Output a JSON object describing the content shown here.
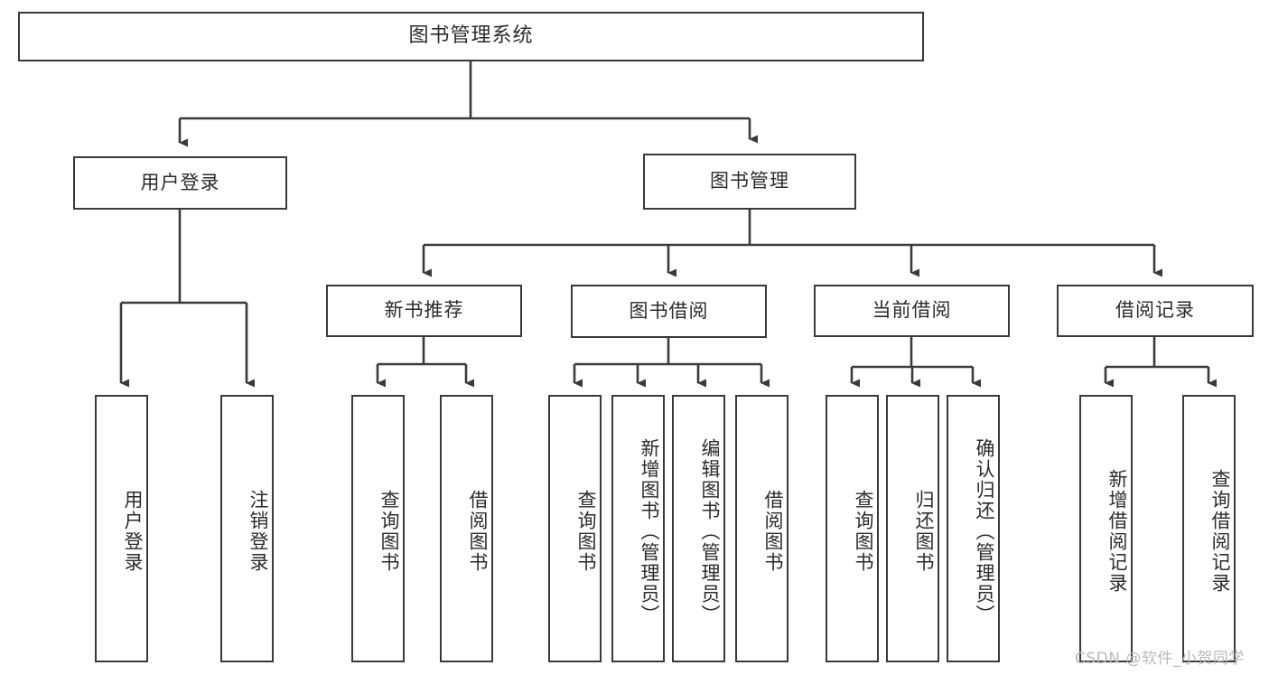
{
  "diagram": {
    "type": "hierarchy-tree",
    "title": "图书管理系统",
    "root": {
      "label": "图书管理系统"
    },
    "level1": [
      {
        "label": "用户登录"
      },
      {
        "label": "图书管理"
      }
    ],
    "level2": [
      {
        "label": "新书推荐"
      },
      {
        "label": "图书借阅"
      },
      {
        "label": "当前借阅"
      },
      {
        "label": "借阅记录"
      }
    ],
    "leaves": {
      "user_login": [
        {
          "label": "用户登录"
        },
        {
          "label": "注销登录"
        }
      ],
      "new_book_recommend": [
        {
          "label": "查询图书"
        },
        {
          "label": "借阅图书"
        }
      ],
      "book_borrow": [
        {
          "label": "查询图书"
        },
        {
          "label": "新增图书（管理员）"
        },
        {
          "label": "编辑图书（管理员）"
        },
        {
          "label": "借阅图书"
        }
      ],
      "current_borrow": [
        {
          "label": "查询图书"
        },
        {
          "label": "归还图书"
        },
        {
          "label": "确认归还（管理员）"
        }
      ],
      "borrow_record": [
        {
          "label": "新增借阅记录"
        },
        {
          "label": "查询借阅记录"
        }
      ]
    }
  },
  "watermark": {
    "text": "CSDN @软件_小贺同学"
  },
  "colors": {
    "border": "#3a3a3a",
    "text": "#2b2b2b",
    "background": "#ffffff",
    "watermark": "#b9b9b9"
  }
}
